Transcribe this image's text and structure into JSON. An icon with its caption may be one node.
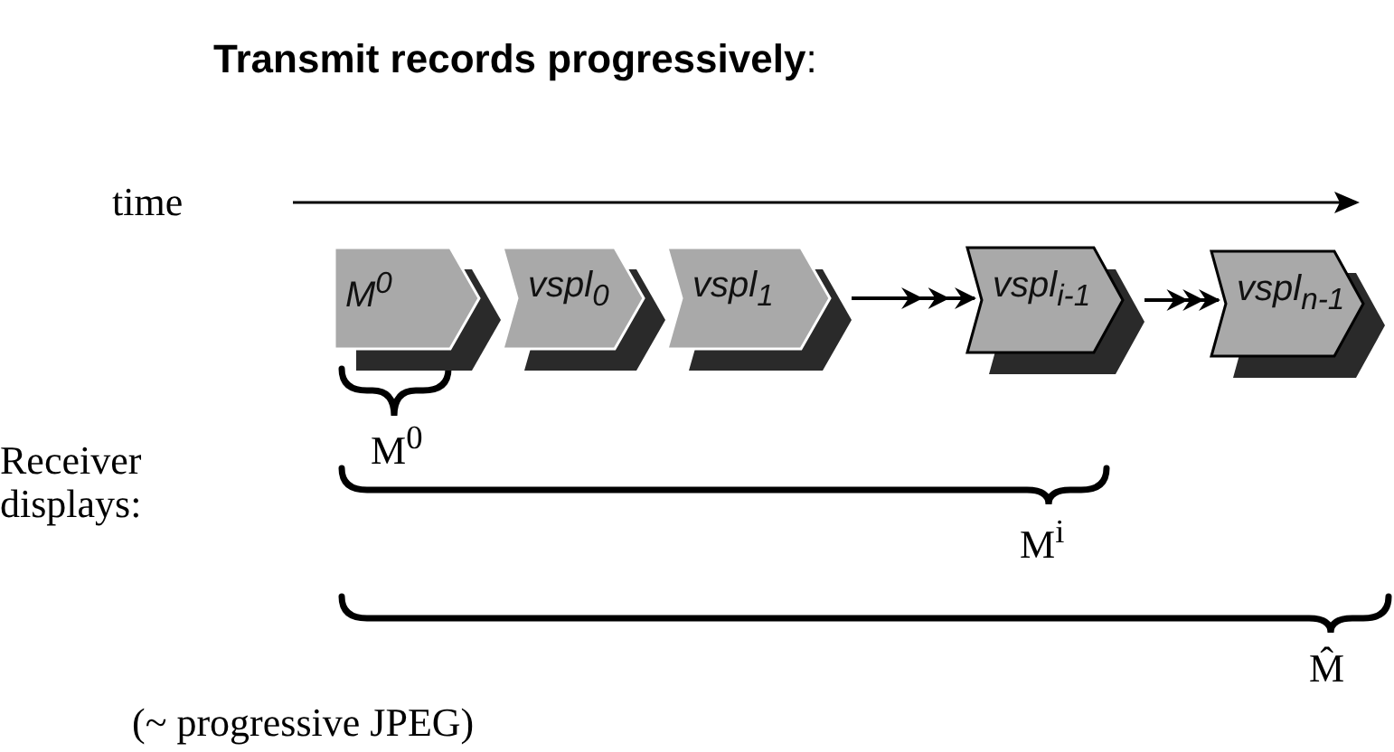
{
  "diagram": {
    "title": "**Transmit records progressively**:",
    "nodes": [
      {
        "text": [
          "M$^{0}$"
        ]
      },
      {
        "text": [
          "vspl$_{0}$"
        ]
      },
      {
        "text": [
          "vspl$_{1}$"
        ]
      },
      {
        "text": [
          "vspl$_{i-1}$"
        ]
      },
      {
        "text": [
          "vspl$_{n-1}$"
        ]
      }
    ],
    "edges": [
      {
        "from": 2,
        "to": 3,
        "arrow": "to"
      },
      {
        "from": 3,
        "to": 4,
        "arrow": "to"
      }
    ],
    "labels": [
      "time",
      "M$^{0}$",
      "Receiver displays:",
      "M$^{i}$",
      "M̂",
      "(~ progressive JPEG)"
    ]
  }
}
